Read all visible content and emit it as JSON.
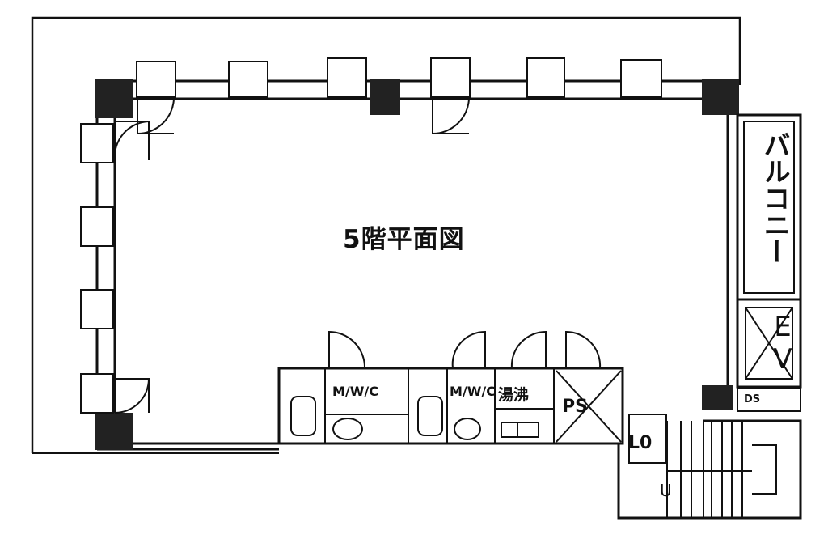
{
  "floor_plan": {
    "title": "5階平面図",
    "balcony_label": "バルコニー",
    "elevator_label": "EV",
    "toilet_label_1": "M/W/C",
    "toilet_label_2": "M/W/C",
    "kitchenette_label": "湯沸",
    "pipe_shaft_label": "PS",
    "lower_left_label": "L0",
    "stair_label": "U",
    "duct_label": "DS"
  },
  "colors": {
    "line": "#111111",
    "background": "#ffffff"
  }
}
